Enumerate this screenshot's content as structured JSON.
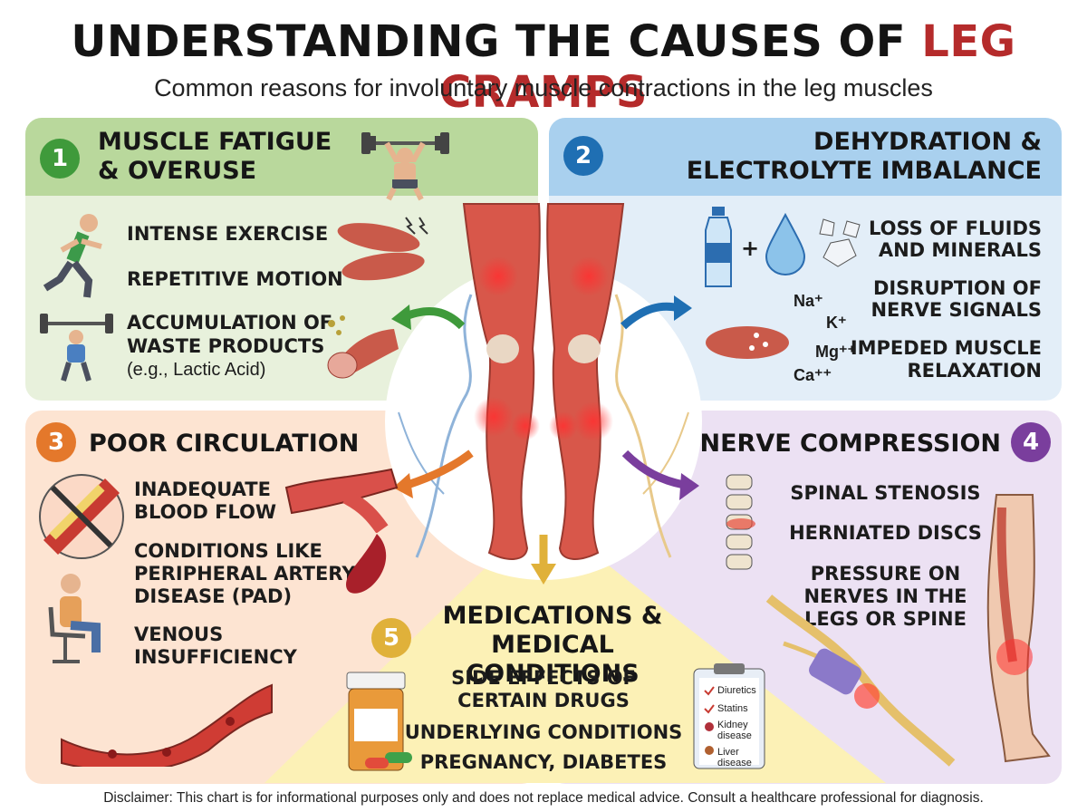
{
  "title": {
    "main": "UNDERSTANDING THE CAUSES OF",
    "accent": "LEG CRAMPS"
  },
  "subtitle": "Common reasons for involuntary muscle contractions in the leg muscles",
  "sections": [
    {
      "number": "1",
      "title_line1": "MUSCLE FATIGUE",
      "title_line2": "& OVERUSE",
      "items": [
        "INTENSE EXERCISE",
        "REPETITIVE MOTION",
        "ACCUMULATION OF",
        "WASTE PRODUCTS"
      ],
      "note": "(e.g., Lactic Acid)",
      "color": "#3f9a3b"
    },
    {
      "number": "2",
      "title_line1": "DEHYDRATION &",
      "title_line2": "ELECTROLYTE IMBALANCE",
      "items": [
        "LOSS OF FLUIDS",
        "AND MINERALS",
        "DISRUPTION OF",
        "NERVE SIGNALS",
        "IMPEDED MUSCLE",
        "RELAXATION"
      ],
      "ions": [
        "Na⁺",
        "K⁺",
        "Mg⁺⁺",
        "Ca⁺⁺"
      ],
      "plus_sign": "+",
      "color": "#1f6fb3"
    },
    {
      "number": "3",
      "title_line1": "POOR CIRCULATION",
      "items": [
        "INADEQUATE",
        "BLOOD FLOW",
        "CONDITIONS LIKE",
        "PERIPHERAL ARTERY",
        "DISEASE (PAD)",
        "VENOUS",
        "INSUFFICIENCY"
      ],
      "color": "#e4782b"
    },
    {
      "number": "4",
      "title_line1": "NERVE COMPRESSION",
      "items": [
        "SPINAL STENOSIS",
        "HERNIATED DISCS",
        "PRESSURE ON",
        "NERVES IN THE",
        "LEGS OR SPINE"
      ],
      "color": "#7a3e9d"
    },
    {
      "number": "5",
      "title_line1": "MEDICATIONS &",
      "title_line2": "MEDICAL CONDITIONS",
      "items": [
        "SIDE EFFECTS OF",
        "CERTAIN DRUGS",
        "UNDERLYING CONDITIONS",
        "PREGNANCY, DIABETES"
      ],
      "checklist": [
        "Diuretics",
        "Statins",
        "Kidney disease",
        "Liver disease"
      ],
      "color": "#e0b13a"
    }
  ],
  "disclaimer": "Disclaimer: This chart is for informational purposes only and does not replace medical advice. Consult a healthcare professional for diagnosis."
}
